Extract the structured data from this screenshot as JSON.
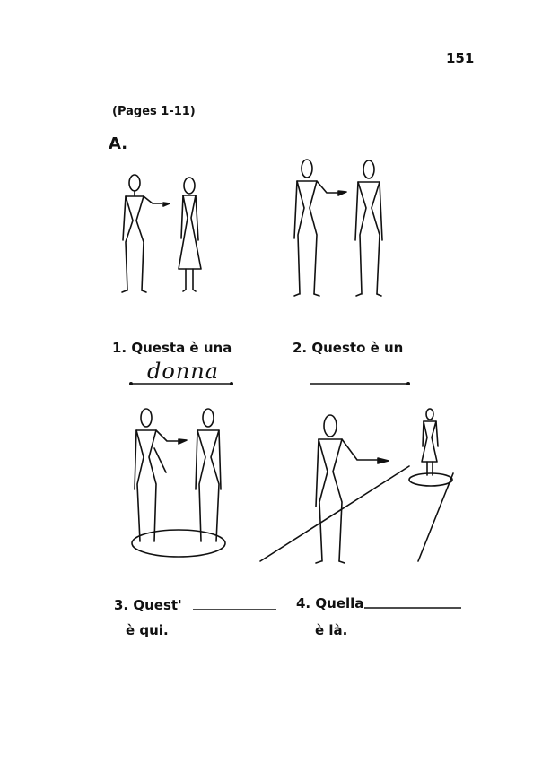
{
  "page_number": "151",
  "section_ref": "(Pages 1-11)",
  "section_letter": "A.",
  "items": [
    {
      "number": "1.",
      "text": "Questa è una",
      "answer": "donna"
    },
    {
      "number": "2.",
      "text": "Questo è un",
      "answer": ""
    },
    {
      "number": "3.",
      "text": "Quest'",
      "continuation": "è qui."
    },
    {
      "number": "4.",
      "text": "Quella",
      "continuation": "è là."
    }
  ]
}
